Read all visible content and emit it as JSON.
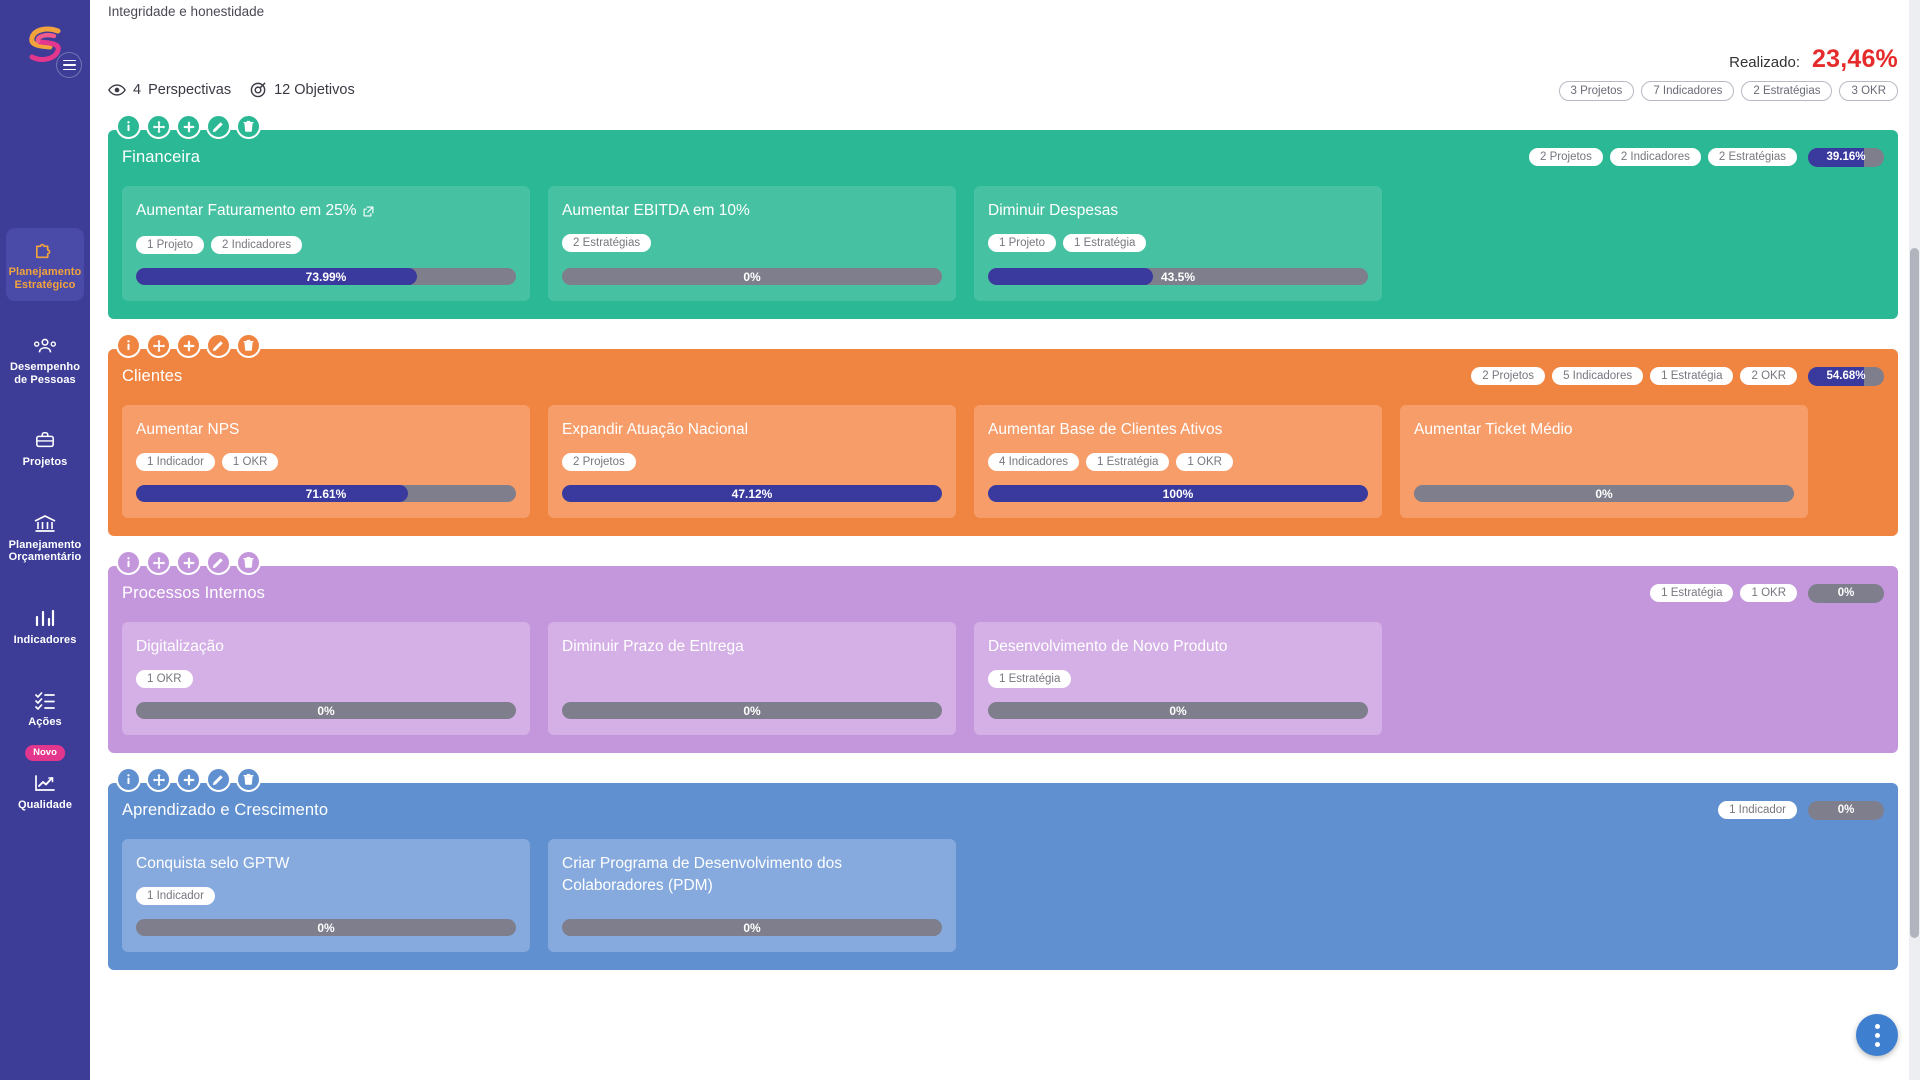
{
  "sidebar": {
    "logo_name": "app-logo",
    "menu_icon": "hamburger-icon",
    "items": [
      {
        "label": "Planejamento Estratégico",
        "icon": "puzzle-icon",
        "active": true,
        "badge": null
      },
      {
        "label": "Desempenho de Pessoas",
        "icon": "people-icon",
        "active": false,
        "badge": null
      },
      {
        "label": "Projetos",
        "icon": "briefcase-icon",
        "active": false,
        "badge": null
      },
      {
        "label": "Planejamento Orçamentário",
        "icon": "bank-icon",
        "active": false,
        "badge": null
      },
      {
        "label": "Indicadores",
        "icon": "bar-chart-icon",
        "active": false,
        "badge": null
      },
      {
        "label": "Ações",
        "icon": "checklist-icon",
        "active": false,
        "badge": null
      },
      {
        "label": "Qualidade",
        "icon": "line-chart-icon",
        "active": false,
        "badge": "Novo"
      }
    ]
  },
  "header": {
    "breadcrumb": "Integridade e honestidade",
    "realizado_label": "Realizado:",
    "realizado_value": "23,46%",
    "top_badges": [
      "3 Projetos",
      "7 Indicadores",
      "2 Estratégias",
      "3 OKR"
    ],
    "counts": {
      "eye_icon": "eye-icon",
      "perspectives_number": "4",
      "perspectives_label": "Perspectivas",
      "target_icon": "target-icon",
      "objectives_text": "12 Objetivos"
    }
  },
  "actions": [
    {
      "name": "info-icon",
      "label": "i"
    },
    {
      "name": "move-icon",
      "label": "move"
    },
    {
      "name": "add-icon",
      "label": "+"
    },
    {
      "name": "edit-icon",
      "label": "pencil"
    },
    {
      "name": "delete-icon",
      "label": "trash"
    }
  ],
  "colors": {
    "sidebar": "#3d3d98",
    "accent_orange": "#f2a33c",
    "realizado_red": "#e52b2b",
    "progress_fill": "#3a3a9e",
    "progress_track": "#7e7e8c",
    "novo_badge": "#e3368d",
    "fab": "#3f7fd0"
  },
  "perspectives": [
    {
      "title": "Financeira",
      "bg": "#2bb894",
      "card_bg": "#46c2a3",
      "badges": [
        "2 Projetos",
        "2 Indicadores",
        "2 Estratégias"
      ],
      "progress_text": "39.16%",
      "progress_pct": 74,
      "objectives": [
        {
          "title": "Aumentar Faturamento em 25%",
          "external_link": true,
          "badges": [
            "1 Projeto",
            "2 Indicadores"
          ],
          "progress_text": "73.99%",
          "progress_pct": 73.99
        },
        {
          "title": "Aumentar EBITDA em 10%",
          "external_link": false,
          "badges": [
            "2 Estratégias"
          ],
          "progress_text": "0%",
          "progress_pct": 0
        },
        {
          "title": "Diminuir Despesas",
          "external_link": false,
          "badges": [
            "1 Projeto",
            "1 Estratégia"
          ],
          "progress_text": "43.5%",
          "progress_pct": 43.5
        }
      ]
    },
    {
      "title": "Clientes",
      "bg": "#f08441",
      "card_bg": "#f79d6a",
      "badges": [
        "2 Projetos",
        "5 Indicadores",
        "1 Estratégia",
        "2 OKR"
      ],
      "progress_text": "54.68%",
      "progress_pct": 74,
      "objectives": [
        {
          "title": "Aumentar NPS",
          "external_link": false,
          "badges": [
            "1 Indicador",
            "1 OKR"
          ],
          "progress_text": "71.61%",
          "progress_pct": 71.61
        },
        {
          "title": "Expandir Atuação Nacional",
          "external_link": false,
          "badges": [
            "2 Projetos"
          ],
          "progress_text": "47.12%",
          "progress_pct": 100
        },
        {
          "title": "Aumentar Base de Clientes Ativos",
          "external_link": false,
          "badges": [
            "4 Indicadores",
            "1 Estratégia",
            "1 OKR"
          ],
          "progress_text": "100%",
          "progress_pct": 100
        },
        {
          "title": "Aumentar Ticket Médio",
          "external_link": false,
          "badges": [],
          "progress_text": "0%",
          "progress_pct": 0
        }
      ]
    },
    {
      "title": "Processos Internos",
      "bg": "#c497dd",
      "card_bg": "#d4b0e6",
      "badges": [
        "1 Estratégia",
        "1 OKR"
      ],
      "progress_text": "0%",
      "progress_pct": 0,
      "objectives": [
        {
          "title": "Digitalização",
          "external_link": false,
          "badges": [
            "1 OKR"
          ],
          "progress_text": "0%",
          "progress_pct": 0
        },
        {
          "title": "Diminuir Prazo de Entrega",
          "external_link": false,
          "badges": [],
          "progress_text": "0%",
          "progress_pct": 0
        },
        {
          "title": "Desenvolvimento de Novo Produto",
          "external_link": false,
          "badges": [
            "1 Estratégia"
          ],
          "progress_text": "0%",
          "progress_pct": 0
        }
      ]
    },
    {
      "title": "Aprendizado e Crescimento",
      "bg": "#6090d0",
      "card_bg": "#86aadd",
      "badges": [
        "1 Indicador"
      ],
      "progress_text": "0%",
      "progress_pct": 0,
      "objectives": [
        {
          "title": "Conquista selo GPTW",
          "external_link": false,
          "badges": [
            "1 Indicador"
          ],
          "progress_text": "0%",
          "progress_pct": 0
        },
        {
          "title": "Criar Programa de Desenvolvimento dos Colaboradores (PDM)",
          "external_link": false,
          "badges": [],
          "progress_text": "0%",
          "progress_pct": 0
        }
      ]
    }
  ],
  "fab": {
    "icon": "more-vertical-icon"
  }
}
